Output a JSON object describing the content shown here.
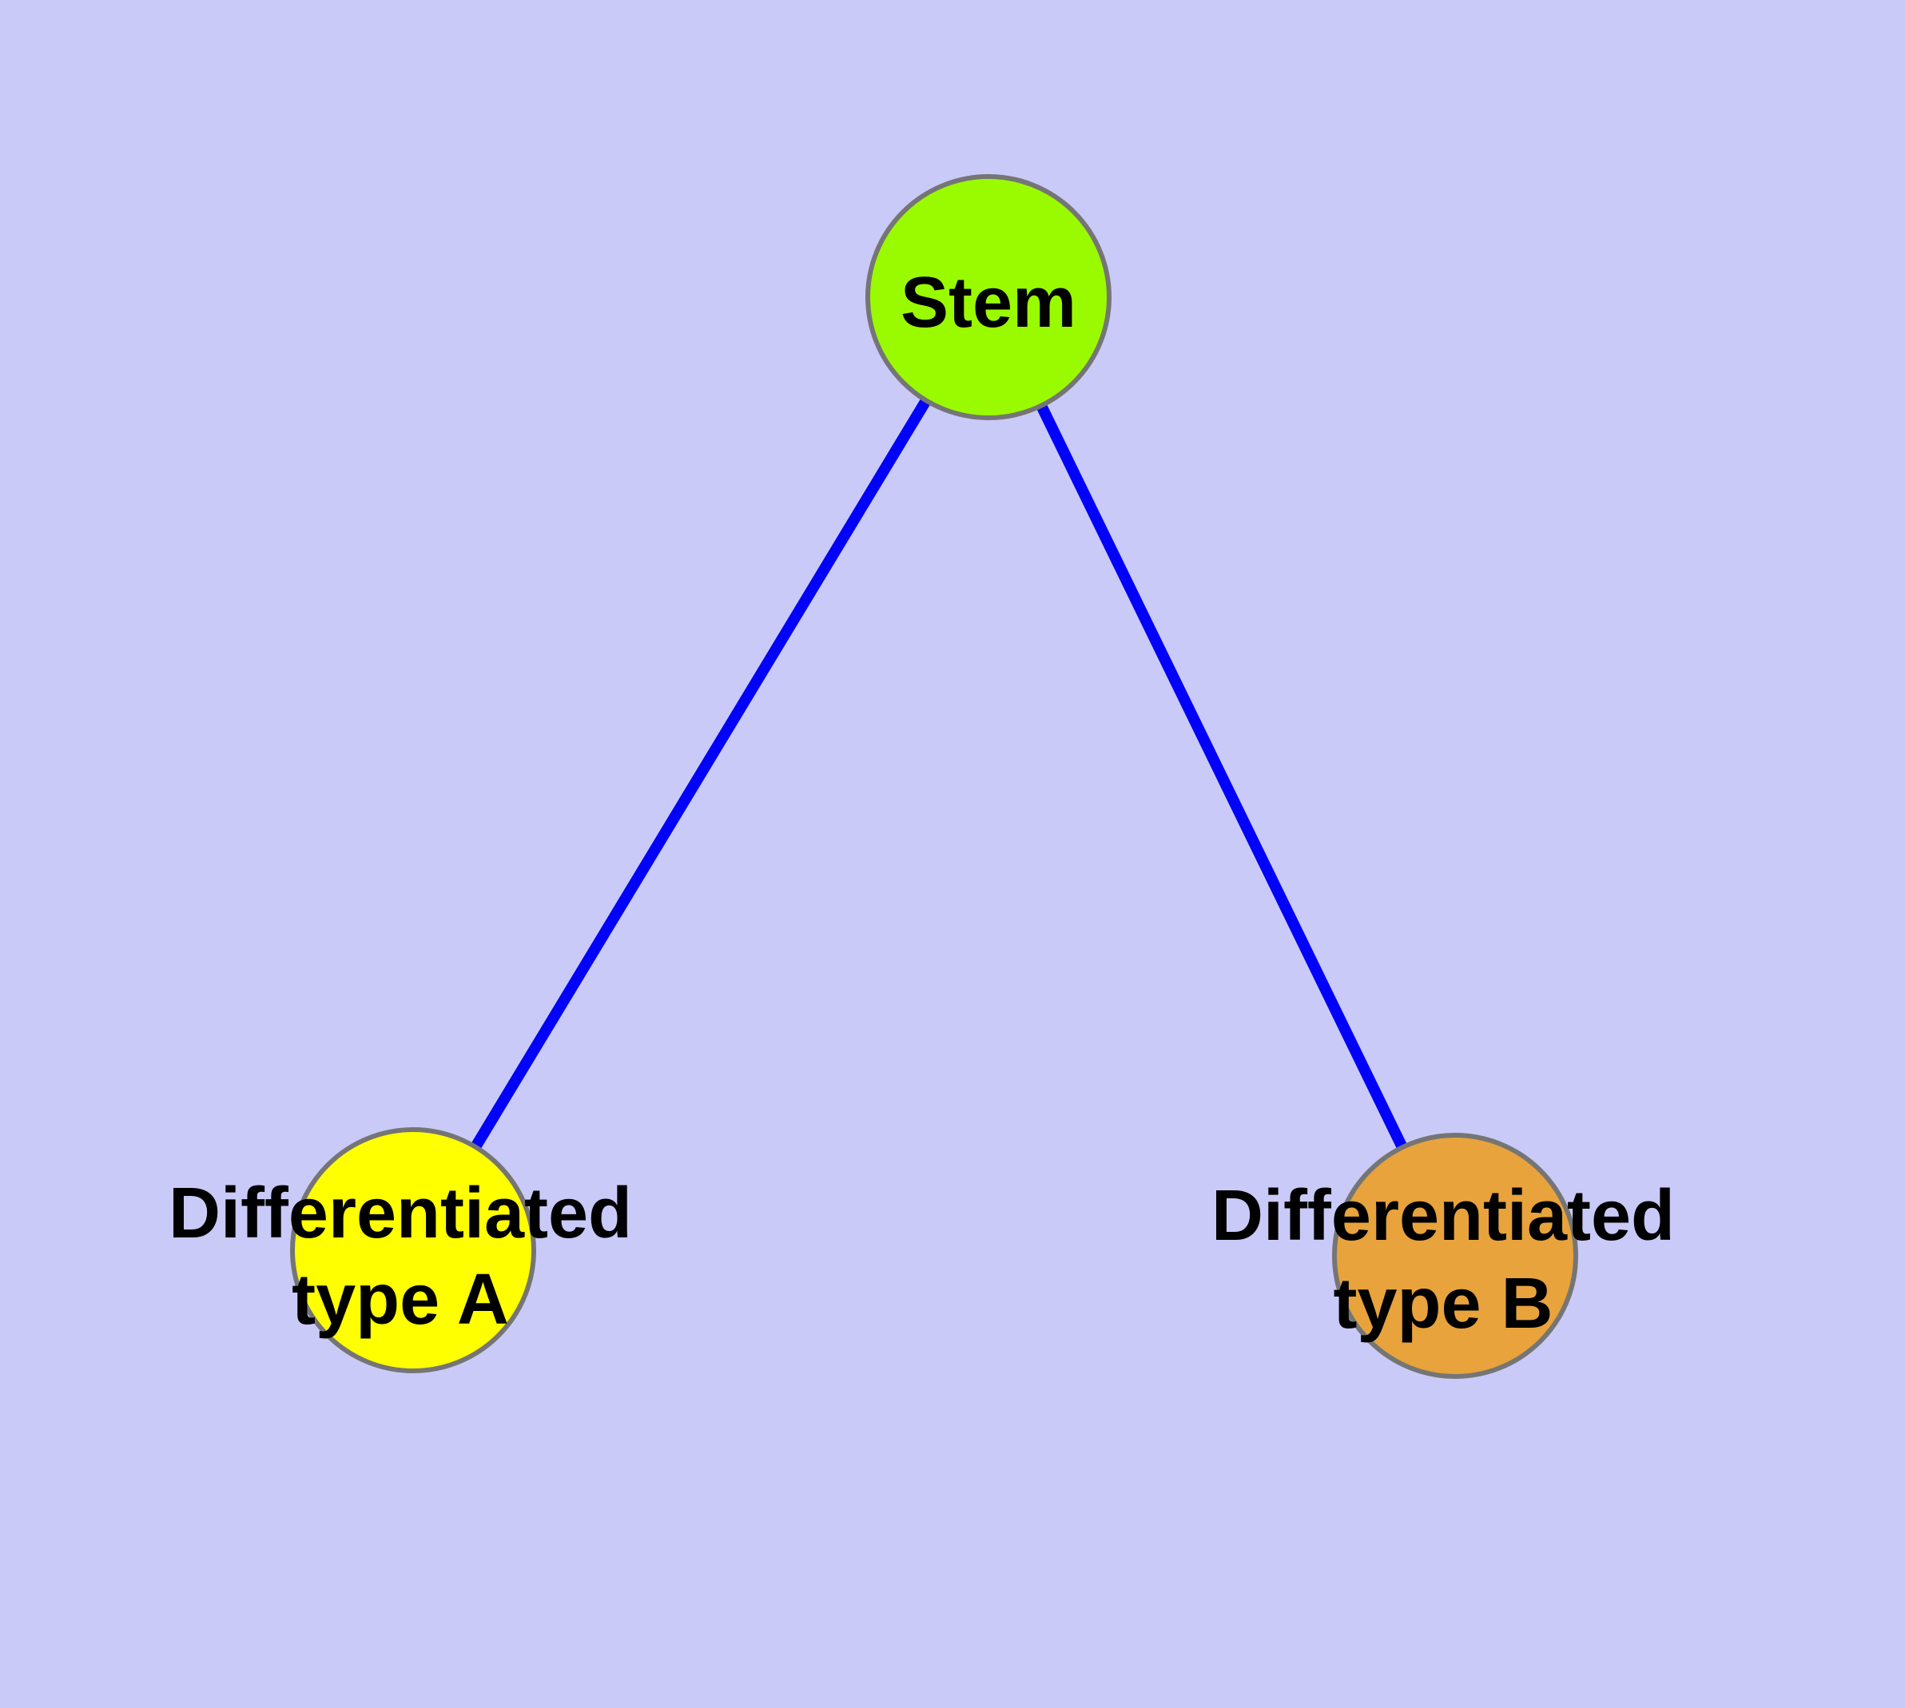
{
  "background_color": "#cacaf8",
  "edge_color": "#0202fa",
  "node_border_color": "#757575",
  "label_color": "#000000",
  "nodes": [
    {
      "id": "stem",
      "label": "Stem",
      "label_line1": "",
      "label_line2": "",
      "color": "#9afb00",
      "shape": "circle"
    },
    {
      "id": "type-a",
      "label": "Differentiated type A",
      "label_line1": "Differentiated",
      "label_line2": "type A",
      "color": "#ffff00",
      "shape": "circle"
    },
    {
      "id": "type-b",
      "label": "Differentiated type B",
      "label_line1": "Differentiated",
      "label_line2": "type B",
      "color": "#e8a33c",
      "shape": "circle"
    }
  ],
  "edges": [
    {
      "from": "stem",
      "to": "type-a"
    },
    {
      "from": "stem",
      "to": "type-b"
    }
  ]
}
